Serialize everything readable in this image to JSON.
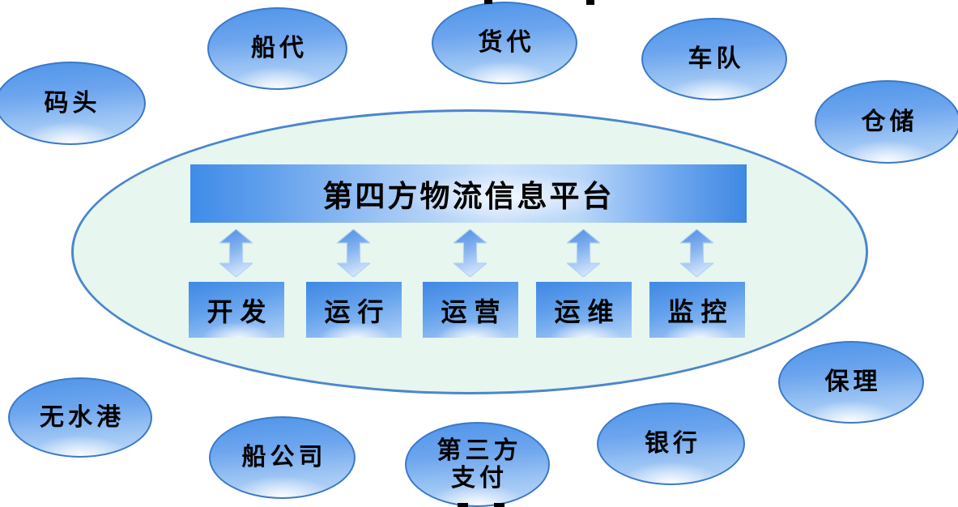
{
  "diagram": {
    "platform": {
      "title": "第四方物流信息平台",
      "functions": [
        {
          "id": "development",
          "label": "开发"
        },
        {
          "id": "running",
          "label": "运行"
        },
        {
          "id": "operation",
          "label": "运营"
        },
        {
          "id": "maintenance",
          "label": "运维"
        },
        {
          "id": "monitoring",
          "label": "监控"
        }
      ]
    },
    "stakeholders": [
      {
        "id": "dock",
        "label": "码头"
      },
      {
        "id": "shipping-agent",
        "label": "船代"
      },
      {
        "id": "freight-forwarder",
        "label": "货代"
      },
      {
        "id": "truck-fleet",
        "label": "车队"
      },
      {
        "id": "warehousing",
        "label": "仓储"
      },
      {
        "id": "dry-port",
        "label": "无水港"
      },
      {
        "id": "shipping-company",
        "label": "船公司"
      },
      {
        "id": "third-party-payment",
        "label": "第三方\n支付"
      },
      {
        "id": "bank",
        "label": "银行"
      },
      {
        "id": "factoring",
        "label": "保理"
      }
    ],
    "colors": {
      "node_fill_top": "#4f95e9",
      "node_fill_bottom": "#bcd8f9",
      "node_border": "#3a79c8",
      "platform_ellipse_fill": "#e7f6ee",
      "platform_ellipse_border": "#4c86cf",
      "title_bar_blue": "#3f8ce8",
      "title_bar_light": "#cce2fb",
      "arrow_blue": "#4c8ce2",
      "text": "#000000",
      "background": "#ffffff"
    }
  }
}
